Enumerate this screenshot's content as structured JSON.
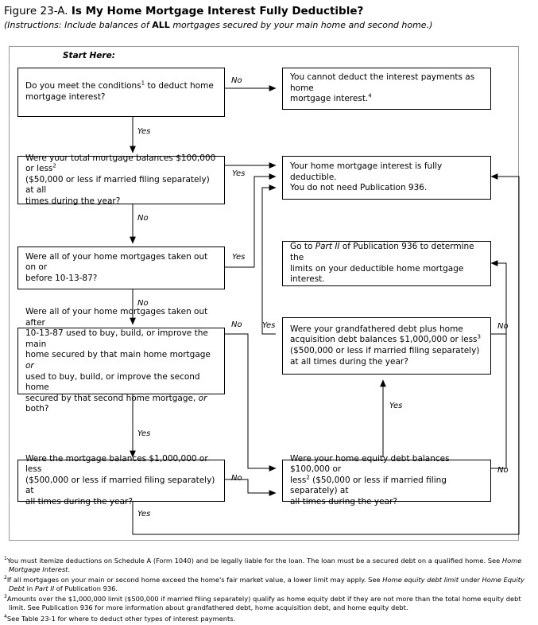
{
  "header": {
    "figure_label": "Figure 23-A.",
    "title": "Is My Home Mortgage Interest Fully Deductible?",
    "instructions_prefix": "(Instructions: Include balances of ",
    "instructions_bold": "ALL",
    "instructions_suffix": " mortgages secured by your main home and second home.)"
  },
  "chart_data": {
    "type": "flowchart",
    "start_label": "Start Here:",
    "nodes": [
      {
        "id": "q1",
        "kind": "decision",
        "text": "Do you meet the conditions¹ to deduct home mortgage interest?"
      },
      {
        "id": "r_cannot",
        "kind": "terminal",
        "text": "You cannot deduct the interest payments as home mortgage interest.⁴"
      },
      {
        "id": "q2",
        "kind": "decision",
        "text": "Were your total mortgage balances $100,000 or less² ($50,000 or less if married filing separately) at all times during the year?"
      },
      {
        "id": "r_fully",
        "kind": "terminal",
        "text": "Your home mortgage interest is fully deductible. You do not need Publication 936."
      },
      {
        "id": "q3",
        "kind": "decision",
        "text": "Were all of your home mortgages taken out on or before 10-13-87?"
      },
      {
        "id": "r_part2",
        "kind": "terminal",
        "text": "Go to Part II of Publication 936 to determine the limits on your deductible home mortgage interest."
      },
      {
        "id": "q4",
        "kind": "decision",
        "text": "Were all of your home mortgages taken out after 10-13-87 used to buy, build, or improve the main home secured by that main home mortgage or used to buy, build, or improve the second home secured by that second home mortgage, or both?"
      },
      {
        "id": "q5",
        "kind": "decision",
        "text": "Were your grandfathered debt plus home acquisition debt balances $1,000,000 or less³ ($500,000 or less if married filing separately) at all times during the year?"
      },
      {
        "id": "q6",
        "kind": "decision",
        "text": "Were the mortgage balances $1,000,000 or less ($500,000 or less if married filing separately) at all times during the year?"
      },
      {
        "id": "q7",
        "kind": "decision",
        "text": "Were your home equity debt balances $100,000 or less² ($50,000 or less if married filing separately) at all times during the year?"
      }
    ],
    "edges": [
      {
        "from": "q1",
        "to": "r_cannot",
        "label": "No"
      },
      {
        "from": "q1",
        "to": "q2",
        "label": "Yes"
      },
      {
        "from": "q2",
        "to": "r_fully",
        "label": "Yes"
      },
      {
        "from": "q2",
        "to": "q3",
        "label": "No"
      },
      {
        "from": "q3",
        "to": "r_fully",
        "label": "Yes"
      },
      {
        "from": "q3",
        "to": "q4",
        "label": "No"
      },
      {
        "from": "q4",
        "to": "q7",
        "label": "No"
      },
      {
        "from": "q4",
        "to": "q6",
        "label": "Yes"
      },
      {
        "from": "q5",
        "to": "r_fully",
        "label": "Yes"
      },
      {
        "from": "q5",
        "to": "r_part2",
        "label": "No"
      },
      {
        "from": "q6",
        "to": "q7",
        "label": "No"
      },
      {
        "from": "q6",
        "to": "r_fully",
        "label": "Yes"
      },
      {
        "from": "q7",
        "to": "q5",
        "label": "Yes"
      },
      {
        "from": "q7",
        "to": "r_part2",
        "label": "No"
      }
    ]
  },
  "boxes": {
    "q1": {
      "line1": "Do you meet the conditions",
      "sup1": "1",
      "line1b": " to deduct home",
      "line2": "mortgage interest?"
    },
    "cannot": {
      "line1": "You cannot deduct the interest payments as home",
      "line2": "mortgage interest.",
      "sup": "4"
    },
    "q2": {
      "line1": "Were your total mortgage balances $100,000 or less",
      "sup": "2",
      "line2": "($50,000 or less if married filing separately) at all",
      "line3": "times during the year?"
    },
    "fully": {
      "line1": "Your home mortgage interest is fully deductible.",
      "line2": "You do not need Publication 936."
    },
    "q3": {
      "line1": "Were all of your home mortgages taken out on or",
      "line2": "before 10-13-87?"
    },
    "part2": {
      "pre": "Go to ",
      "em": "Part II",
      "post": " of Publication 936 to determine the",
      "line2": "limits on your deductible home mortgage interest."
    },
    "q4": {
      "line1": "Were all of your home mortgages taken out after",
      "line2": "10-13-87 used to buy, build, or improve the main",
      "line3a": "home secured by that main home mortgage ",
      "line3em": "or",
      "line4": "used to buy, build, or improve the second home",
      "line5a": "secured by that second home mortgage, ",
      "line5em": "or",
      "line5b": " both?"
    },
    "q5": {
      "line1": "Were your grandfathered debt plus home",
      "line2": "acquisition debt balances $1,000,000 or less",
      "sup": "3",
      "line3": "($500,000 or less if married filing separately)",
      "line4": "at all times during the year?"
    },
    "q6": {
      "line1": "Were the mortgage balances $1,000,000 or less",
      "line2": "($500,000 or less if married filing separately) at",
      "line3": "all times during the year?"
    },
    "q7": {
      "line1": "Were your home equity debt balances $100,000 or",
      "line2a": "less",
      "sup": "2",
      "line2b": " ($50,000 or less if married filing separately) at",
      "line3": "all times during the year?"
    }
  },
  "labels": {
    "q1_no": "No",
    "q1_yes": "Yes",
    "q2_yes": "Yes",
    "q2_no": "No",
    "q3_yes": "Yes",
    "q3_no": "No",
    "q4_no": "No",
    "q4_yes": "Yes",
    "q5_yes": "Yes",
    "q5_no": "No",
    "q6_no": "No",
    "q6_yes": "Yes",
    "q7_no": "No"
  },
  "footnotes": [
    {
      "marker": "1",
      "pre": "You must itemize deductions on Schedule A (Form 1040) and be legally liable for the loan. The loan must be a secured debt on a qualified home. See ",
      "em1": "Home Mortgage Interest",
      "post": "."
    },
    {
      "marker": "2",
      "pre": "If all mortgages on your main or second home exceed the home's fair market value, a lower limit may apply. See ",
      "em1": "Home equity debt limit",
      "mid": " under ",
      "em2": "Home Equity Debt",
      "mid2": " in ",
      "em3": "Part II",
      "post": " of Publication 936."
    },
    {
      "marker": "3",
      "pre": "Amounts over the $1,000,000 limit ($500,000 if married filing separately) qualify as home equity debt if they are not more than the total home equity debt limit. See Publication 936 for more information about grandfathered debt, home acquisition debt, and home equity debt."
    },
    {
      "marker": "4",
      "pre": "See Table 23-1 for where to deduct other types of interest payments."
    }
  ],
  "colors": {
    "ink": "#000000",
    "frame": "#9a9a9a",
    "paper": "#ffffff"
  }
}
